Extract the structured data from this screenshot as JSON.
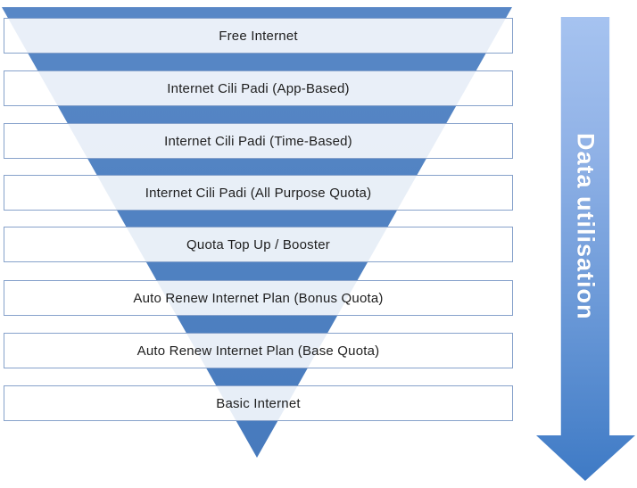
{
  "diagram": {
    "type": "inverted-funnel",
    "funnel": {
      "levels": [
        {
          "label": "Free Internet"
        },
        {
          "label": "Internet Cili Padi (App-Based)"
        },
        {
          "label": "Internet Cili Padi (Time-Based)"
        },
        {
          "label": "Internet Cili Padi (All Purpose Quota)"
        },
        {
          "label": "Quota Top Up / Booster"
        },
        {
          "label": "Auto Renew Internet Plan (Bonus Quota)"
        },
        {
          "label": "Auto Renew Internet Plan (Base Quota)"
        },
        {
          "label": "Basic Internet"
        }
      ]
    },
    "arrow": {
      "label": "Data utilisation",
      "direction": "down"
    },
    "colors": {
      "funnel_triangle": "#4f81c1",
      "bar_fill": "#ffffff",
      "bar_fill_over_triangle": "#eaf0fa",
      "bar_border": "#87a2cb",
      "arrow_gradient_top": "#a6c3f0",
      "arrow_gradient_bottom": "#3e7ac5",
      "arrow_text": "#ffffff",
      "bar_text": "#1e1e1e"
    }
  }
}
